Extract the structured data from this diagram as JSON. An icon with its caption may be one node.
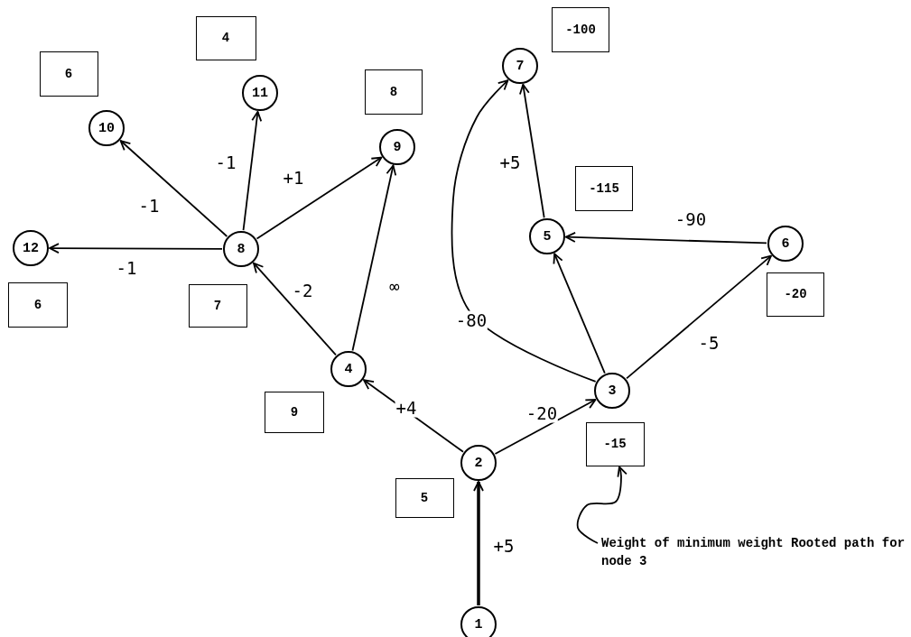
{
  "diagram": {
    "nodes": [
      {
        "text": [
          "1"
        ]
      },
      {
        "text": [
          "2"
        ]
      },
      {
        "text": [
          "3"
        ]
      },
      {
        "text": [
          "4"
        ]
      },
      {
        "text": [
          "5"
        ]
      },
      {
        "text": [
          "6"
        ]
      },
      {
        "text": [
          "7"
        ]
      },
      {
        "text": [
          "8"
        ]
      },
      {
        "text": [
          "9"
        ]
      },
      {
        "text": [
          "10"
        ]
      },
      {
        "text": [
          "11"
        ]
      },
      {
        "text": [
          "12"
        ]
      },
      {
        "text": [
          "5"
        ]
      },
      {
        "text": [
          "9"
        ]
      },
      {
        "text": [
          "7"
        ]
      },
      {
        "text": [
          "6"
        ]
      },
      {
        "text": [
          "6"
        ]
      },
      {
        "text": [
          "4"
        ]
      },
      {
        "text": [
          "8"
        ]
      },
      {
        "text": [
          "-100"
        ]
      },
      {
        "text": [
          "-115"
        ]
      },
      {
        "text": [
          "-20"
        ]
      },
      {
        "text": [
          "-15"
        ]
      },
      {
        "text": [
          "Weight of minimum weight Rooted path for node 3"
        ]
      }
    ],
    "edges": [
      {
        "from": 0,
        "to": 1,
        "arrow": "to",
        "label": "+5",
        "style": "thick"
      },
      {
        "from": 1,
        "to": 3,
        "arrow": "to",
        "label": "+4"
      },
      {
        "from": 1,
        "to": 2,
        "arrow": "to",
        "label": "-20"
      },
      {
        "from": 2,
        "to": 6,
        "arrow": "to",
        "label": "-80"
      },
      {
        "from": 2,
        "to": 4,
        "arrow": "to"
      },
      {
        "from": 2,
        "to": 5,
        "arrow": "to",
        "label": "-5"
      },
      {
        "from": 5,
        "to": 4,
        "arrow": "to",
        "label": "-90"
      },
      {
        "from": 4,
        "to": 6,
        "arrow": "to",
        "label": "+5"
      },
      {
        "from": 3,
        "to": 7,
        "arrow": "to",
        "label": "-2"
      },
      {
        "from": 3,
        "to": 8,
        "arrow": "to",
        "label": "∞"
      },
      {
        "from": 7,
        "to": 9,
        "arrow": "to",
        "label": "-1"
      },
      {
        "from": 7,
        "to": 10,
        "arrow": "to",
        "label": "-1"
      },
      {
        "from": 7,
        "to": 8,
        "arrow": "to",
        "label": "+1"
      },
      {
        "from": 7,
        "to": 11,
        "arrow": "to",
        "label": "-1"
      },
      {
        "from": 23,
        "to": 22,
        "arrow": "to"
      }
    ]
  }
}
